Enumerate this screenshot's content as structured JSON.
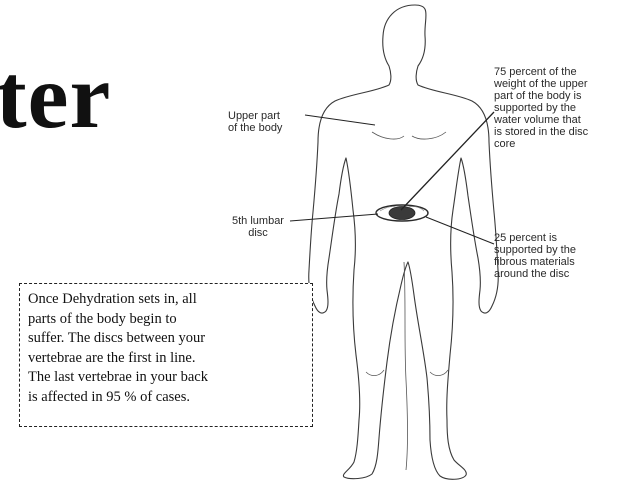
{
  "title": {
    "word": "ter"
  },
  "figure": {
    "labels": {
      "upper_body": [
        "Upper part",
        "of the body"
      ],
      "lumbar_disc": [
        "5th lumbar",
        "disc"
      ],
      "seventy_five": [
        "75 percent of the",
        "weight of the upper",
        "part of the body is",
        "supported by the",
        "water volume that",
        "is stored in the disc",
        "core"
      ],
      "twenty_five": [
        "25 percent is",
        "supported by the",
        "fibrous materials",
        "around the disc"
      ]
    }
  },
  "callout": {
    "lines": [
      "Once Dehydration sets in, all",
      "parts of the body begin to",
      "suffer. The discs between your",
      "vertebrae are the first in line.",
      "The last vertebrae in your back",
      "is affected in 95 % of cases."
    ]
  }
}
